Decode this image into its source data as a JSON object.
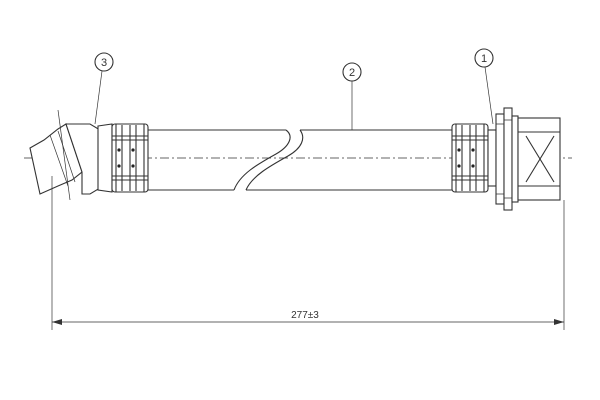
{
  "diagram": {
    "callouts": [
      {
        "id": "callout-1",
        "label": "1"
      },
      {
        "id": "callout-2",
        "label": "2"
      },
      {
        "id": "callout-3",
        "label": "3"
      }
    ],
    "dimension": {
      "label": "277±3"
    }
  },
  "colors": {
    "line": "#333333",
    "background": "#ffffff"
  }
}
